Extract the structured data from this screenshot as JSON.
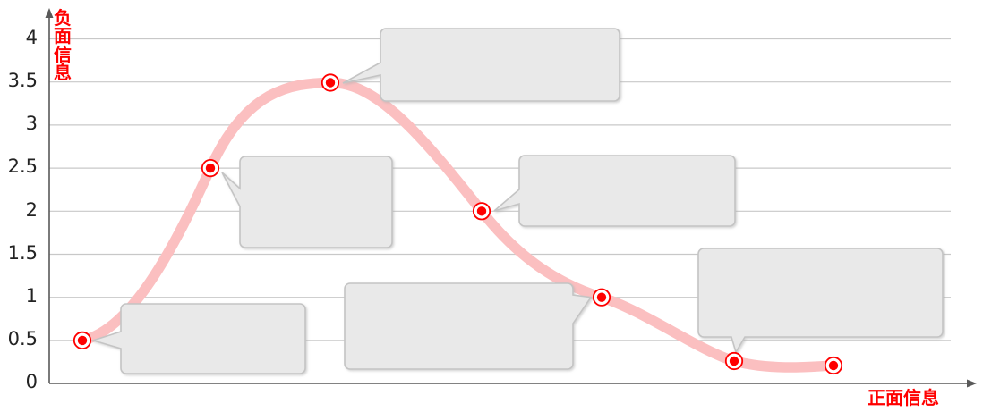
{
  "chart_data": {
    "type": "line",
    "title": "",
    "xlabel": "正面信息",
    "ylabel": "负面信息",
    "x": [
      0.5,
      2.1,
      3.5,
      5.7,
      7.1,
      8.6,
      10.2
    ],
    "values": [
      0.5,
      2.5,
      3.5,
      2.0,
      1.0,
      0.26,
      0.18
    ],
    "ytick_labels": [
      "4",
      "3.5",
      "3",
      "2.5",
      "2",
      "1.5",
      "1",
      "0.5",
      "0"
    ],
    "ytick_values": [
      4,
      3.5,
      3,
      2.5,
      2,
      1.5,
      1,
      0.5,
      0
    ],
    "ylim": [
      0,
      4.35
    ],
    "xlim": [
      0,
      10.7
    ],
    "xtick_labels": [],
    "grid": "horizontal",
    "legend": "none",
    "series_color": "#fbbfc0",
    "marker_color": "#ff0000",
    "marker_ring_color": "#ff0000",
    "axis_color": "#595959",
    "grid_color": "#c8c8c8",
    "axis_label_color": "#ff0000",
    "annotations": [
      {
        "id": 1,
        "text": "",
        "point_index": 0,
        "pointer": "left"
      },
      {
        "id": 2,
        "text": "",
        "point_index": 1,
        "pointer": "left-top"
      },
      {
        "id": 3,
        "text": "",
        "point_index": 2,
        "pointer": "left-bottom"
      },
      {
        "id": 4,
        "text": "",
        "point_index": 3,
        "pointer": "left-bottom"
      },
      {
        "id": 5,
        "text": "",
        "point_index": 4,
        "pointer": "right-top"
      },
      {
        "id": 6,
        "text": "",
        "point_index": 5,
        "pointer": "bottom"
      }
    ]
  },
  "axis": {
    "y_title": "负面信息",
    "x_title": "正面信息"
  },
  "ticks": {
    "y": [
      {
        "label": "4"
      },
      {
        "label": "3.5"
      },
      {
        "label": "3"
      },
      {
        "label": "2.5"
      },
      {
        "label": "2"
      },
      {
        "label": "1.5"
      },
      {
        "label": "1"
      },
      {
        "label": "0.5"
      },
      {
        "label": "0"
      }
    ]
  },
  "callouts": [
    {
      "text": ""
    },
    {
      "text": ""
    },
    {
      "text": ""
    },
    {
      "text": ""
    },
    {
      "text": ""
    },
    {
      "text": ""
    }
  ]
}
